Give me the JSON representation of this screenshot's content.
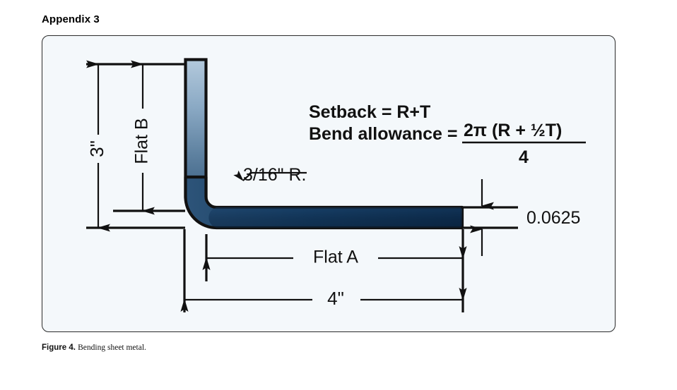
{
  "appendix": {
    "title": "Appendix 3"
  },
  "caption": {
    "label": "Figure 4.",
    "text": "Bending sheet metal."
  },
  "formula": {
    "line1": "Setback = R+T",
    "line2_lead": "Bend allowance =",
    "numerator": "2π (R + ½T)",
    "denominator": "4"
  },
  "dimensions": {
    "overall_height": "3\"",
    "flat_b": "Flat B",
    "bend_radius": "3/16\" R.",
    "thickness": "0.0625",
    "flat_a": "Flat A",
    "overall_length": "4\""
  },
  "colors": {
    "panel_background": "#f4f8fb",
    "panel_border": "#2b2b2b",
    "metal_outline": "#111111",
    "metal_light": "#a8c2d8",
    "metal_mid": "#4b7094",
    "metal_dark": "#0e2d4e",
    "metal_darkest": "#0a2440",
    "dimension_line": "#111111",
    "text": "#111111"
  },
  "chart_data": {
    "type": "diagram",
    "title": "Bending sheet metal",
    "description": "Cross-section of a sheet-metal part bent to 90 degrees, annotated with flat lengths, bend radius, material thickness and overall dimensions.",
    "part": {
      "shape": "L-bracket cross section",
      "bend_angle_deg": 90,
      "material_thickness_in": 0.0625,
      "inside_bend_radius_in": 0.1875,
      "overall_height_in": 3,
      "overall_length_in": 4
    },
    "annotations": [
      {
        "name": "overall-height",
        "label": "3\"",
        "orientation": "vertical",
        "side": "left"
      },
      {
        "name": "flat-b",
        "label": "Flat B",
        "orientation": "vertical",
        "side": "left"
      },
      {
        "name": "bend-radius",
        "label": "3/16\" R.",
        "orientation": "leader",
        "points_to": "inside bend radius"
      },
      {
        "name": "thickness",
        "label": "0.0625",
        "orientation": "vertical",
        "side": "right"
      },
      {
        "name": "flat-a",
        "label": "Flat A",
        "orientation": "horizontal",
        "side": "bottom"
      },
      {
        "name": "overall-length",
        "label": "4\"",
        "orientation": "horizontal",
        "side": "bottom"
      }
    ],
    "equations": [
      {
        "name": "setback",
        "text": "Setback = R+T"
      },
      {
        "name": "bend-allowance",
        "text": "Bend allowance = 2π (R + ½T) / 4"
      }
    ]
  }
}
